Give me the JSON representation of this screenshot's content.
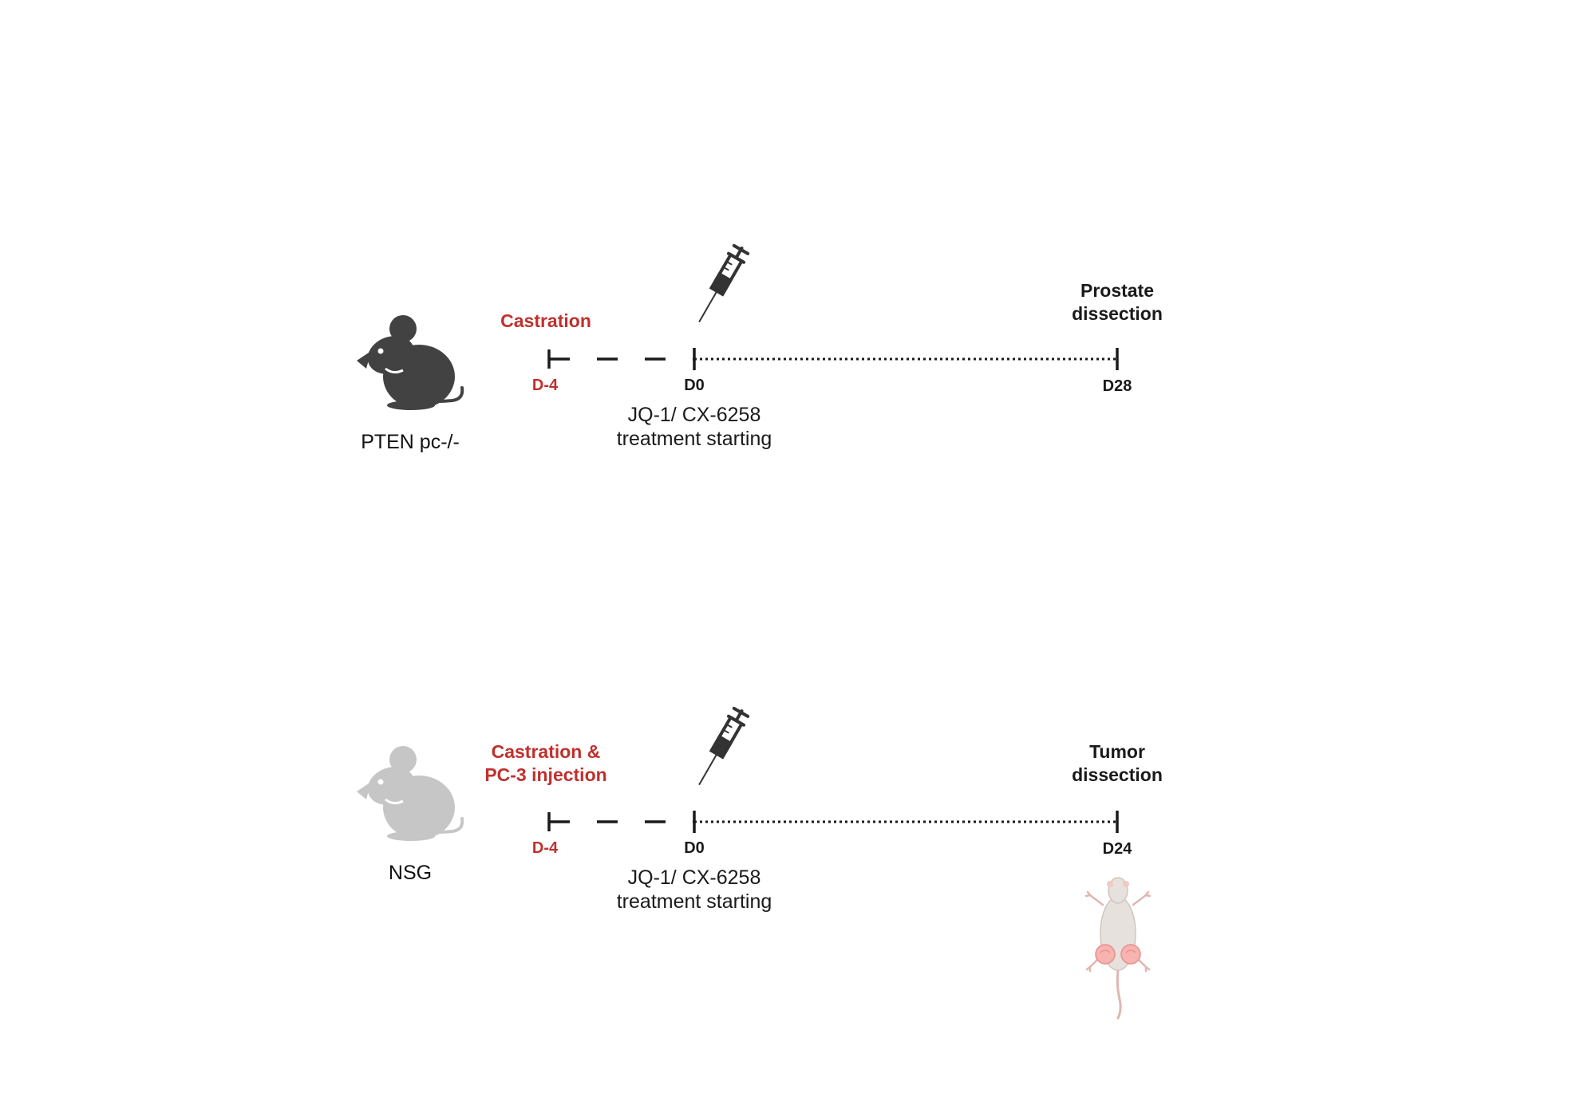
{
  "protocols": [
    {
      "mouse_label": "PTEN pc-/-",
      "mouse_color": "#424242",
      "pre_event": "Castration",
      "pre_event_lines": [
        "Castration"
      ],
      "day_start": "D-4",
      "day_treat": "D0",
      "treatment_lines": [
        "JQ-1/ CX-6258",
        "treatment starting"
      ],
      "end_event_lines": [
        "Prostate",
        "dissection"
      ],
      "day_end": "D28"
    },
    {
      "mouse_label": "NSG",
      "mouse_color": "#c6c6c6",
      "pre_event_lines": [
        "Castration &",
        "PC-3 injection"
      ],
      "day_start": "D-4",
      "day_treat": "D0",
      "treatment_lines": [
        "JQ-1/ CX-6258",
        "treatment starting"
      ],
      "end_event_lines": [
        "Tumor",
        "dissection"
      ],
      "day_end": "D24"
    }
  ],
  "colors": {
    "accent_red": "#c0302d",
    "line_dark": "#1a1a1a"
  },
  "icons": [
    "mouse-icon",
    "syringe-icon",
    "tumor-mouse-icon"
  ]
}
